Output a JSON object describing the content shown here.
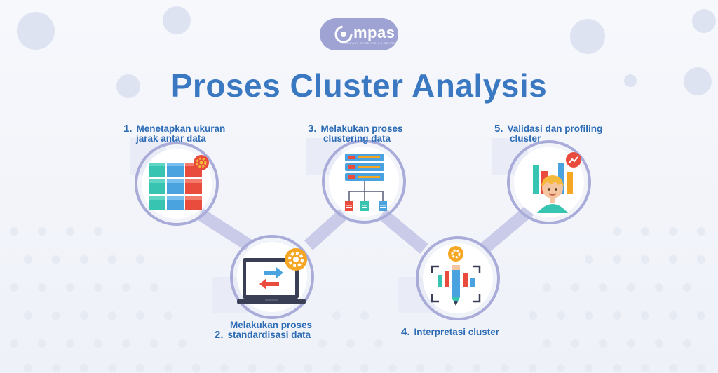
{
  "logo": {
    "text": "mpas",
    "subtext": "COMPASS RESEARCH & BEYOND"
  },
  "title": "Proses Cluster Analysis",
  "steps": [
    {
      "number": "1.",
      "line1": "Menetapkan ukuran",
      "line2": "jarak antar data"
    },
    {
      "number": "2.",
      "line1": "Melakukan proses",
      "line2": "standardisasi data"
    },
    {
      "number": "3.",
      "line1": "Melakukan proses",
      "line2": "clustering data"
    },
    {
      "number": "4.",
      "line1": "Interpretasi cluster",
      "line2": ""
    },
    {
      "number": "5.",
      "line1": "Validasi dan profiling",
      "line2": "cluster"
    }
  ],
  "colors": {
    "title": "#3b78c2",
    "label": "#2d6cb5",
    "ring": "#a9acd8",
    "connector": "#c9cbe8",
    "teal": "#37c4b0",
    "red": "#e94c3d",
    "blue": "#4aa3df",
    "orange": "#f5a623",
    "gold": "#f6b93b"
  },
  "icons": [
    "cubes-icon",
    "laptop-arrows-icon",
    "server-tree-icon",
    "analysis-pen-icon",
    "profiling-chart-icon"
  ]
}
